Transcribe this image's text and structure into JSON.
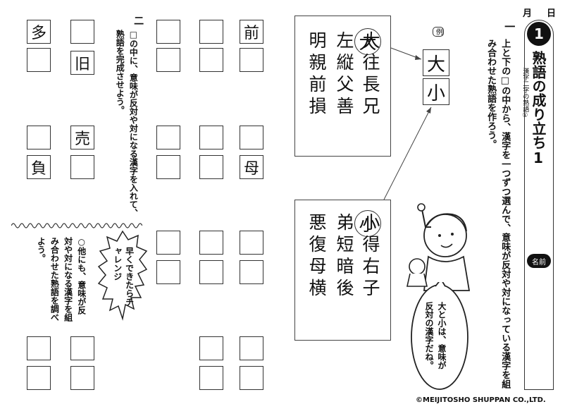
{
  "header": {
    "month_label": "月",
    "day_label": "日"
  },
  "lesson": {
    "number": "1",
    "title": "熟語の成り立ち1",
    "subtitle": "漢字二字の熟語①",
    "name_label": "名前"
  },
  "q1": {
    "mark": "一",
    "text": "上と下の□の中から、漢字を一つずつ選んで、意味が反対や対になっている漢字を組み合わせた熟語を作ろう。"
  },
  "example": {
    "label": "例",
    "top": "大",
    "bottom": "小"
  },
  "panel_top": {
    "circled": "大",
    "columns": [
      "大往長兄",
      "左縦父善",
      "明親前損"
    ]
  },
  "panel_bottom": {
    "circled": "小",
    "columns": [
      "小得右子",
      "弟短暗後",
      "悪復母横"
    ]
  },
  "speech": "大と小は、意味が反対の漢字だね。",
  "q2": {
    "mark": "二",
    "text": "□の中に、意味が反対や対になる漢字を入れて、熟語を完成させよう。"
  },
  "q2_boxes": {
    "col1": [
      "前",
      "",
      "",
      "母"
    ],
    "col4": [
      "",
      "旧",
      "売",
      ""
    ],
    "col5": [
      "多",
      "",
      "",
      "負"
    ]
  },
  "challenge": {
    "bubble": "早くできたらチャレンジ",
    "text": "○他にも、意味が反対や対になる漢字を組み合わせた熟語を調べよう。"
  },
  "copyright": "©MEIJITOSHO SHUPPAN CO.,LTD."
}
